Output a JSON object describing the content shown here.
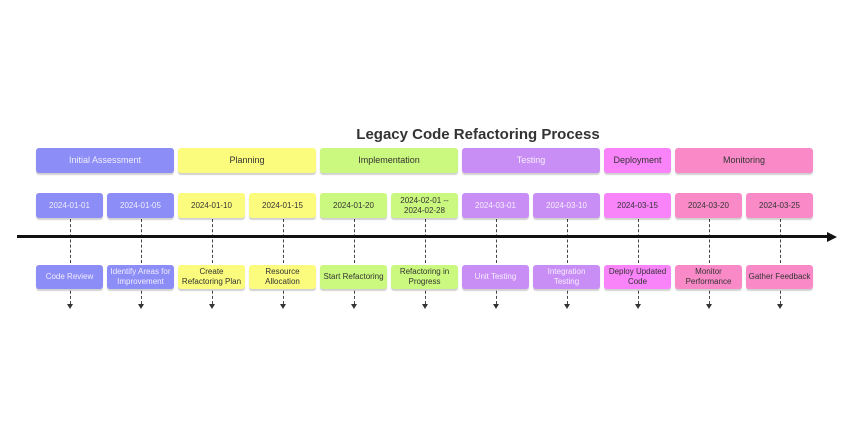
{
  "title": "Legacy Code Refactoring Process",
  "timeline": {
    "axis": {
      "direction": "left-to-right",
      "color": "#111111"
    },
    "sections": [
      {
        "name": "Initial Assessment",
        "fill": "#8d8df8",
        "text_color": "#efeefe",
        "events": [
          {
            "date": "2024-01-01",
            "task": "Code Review"
          },
          {
            "date": "2024-01-05",
            "task": "Identify Areas for Improvement"
          }
        ]
      },
      {
        "name": "Planning",
        "fill": "#fbfb7d",
        "text_color": "#333333",
        "events": [
          {
            "date": "2024-01-10",
            "task": "Create Refactoring Plan"
          },
          {
            "date": "2024-01-15",
            "task": "Resource Allocation"
          }
        ]
      },
      {
        "name": "Implementation",
        "fill": "#cbf87e",
        "text_color": "#333333",
        "events": [
          {
            "date": "2024-01-20",
            "task": "Start Refactoring"
          },
          {
            "date": "2024-02-01 -- 2024-02-28",
            "task": "Refactoring in Progress"
          }
        ]
      },
      {
        "name": "Testing",
        "fill": "#c88ef5",
        "text_color": "#f6eefe",
        "events": [
          {
            "date": "2024-03-01",
            "task": "Unit Testing"
          },
          {
            "date": "2024-03-10",
            "task": "Integration Testing"
          }
        ]
      },
      {
        "name": "Deployment",
        "fill": "#f983f9",
        "text_color": "#333333",
        "events": [
          {
            "date": "2024-03-15",
            "task": "Deploy Updated Code"
          }
        ]
      },
      {
        "name": "Monitoring",
        "fill": "#f98ac7",
        "text_color": "#333333",
        "events": [
          {
            "date": "2024-03-20",
            "task": "Monitor Performance"
          },
          {
            "date": "2024-03-25",
            "task": "Gather Feedback"
          }
        ]
      }
    ]
  }
}
